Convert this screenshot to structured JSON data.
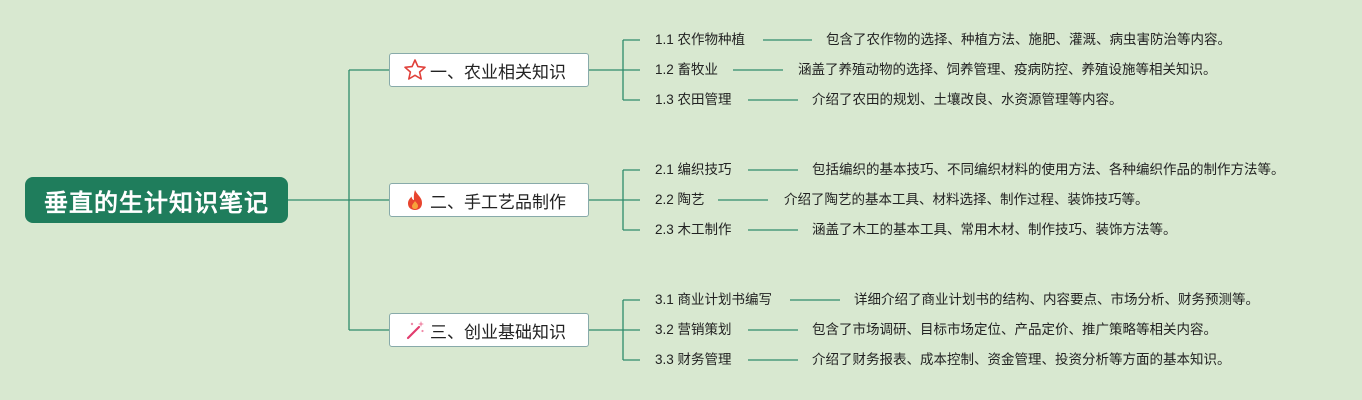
{
  "root": {
    "title": "垂直的生计知识笔记"
  },
  "colors": {
    "line": "#2e8b6b",
    "root_bg": "#1f7d5c",
    "background": "#d8e8d0"
  },
  "branches": [
    {
      "label": "一、农业相关知识",
      "icon": "star-outline-icon",
      "leaves": [
        {
          "title": "1.1 农作物种植",
          "desc": "包含了农作物的选择、种植方法、施肥、灌溉、病虫害防治等内容。"
        },
        {
          "title": "1.2 畜牧业",
          "desc": "涵盖了养殖动物的选择、饲养管理、疫病防控、养殖设施等相关知识。"
        },
        {
          "title": "1.3 农田管理",
          "desc": "介绍了农田的规划、土壤改良、水资源管理等内容。"
        }
      ]
    },
    {
      "label": "二、手工艺品制作",
      "icon": "flame-icon",
      "leaves": [
        {
          "title": "2.1 编织技巧",
          "desc": "包括编织的基本技巧、不同编织材料的使用方法、各种编织作品的制作方法等。"
        },
        {
          "title": "2.2 陶艺",
          "desc": "介绍了陶艺的基本工具、材料选择、制作过程、装饰技巧等。"
        },
        {
          "title": "2.3 木工制作",
          "desc": "涵盖了木工的基本工具、常用木材、制作技巧、装饰方法等。"
        }
      ]
    },
    {
      "label": "三、创业基础知识",
      "icon": "magic-wand-icon",
      "leaves": [
        {
          "title": "3.1 商业计划书编写",
          "desc": "详细介绍了商业计划书的结构、内容要点、市场分析、财务预测等。"
        },
        {
          "title": "3.2 营销策划",
          "desc": "包含了市场调研、目标市场定位、产品定价、推广策略等相关内容。"
        },
        {
          "title": "3.3 财务管理",
          "desc": "介绍了财务报表、成本控制、资金管理、投资分析等方面的基本知识。"
        }
      ]
    }
  ]
}
